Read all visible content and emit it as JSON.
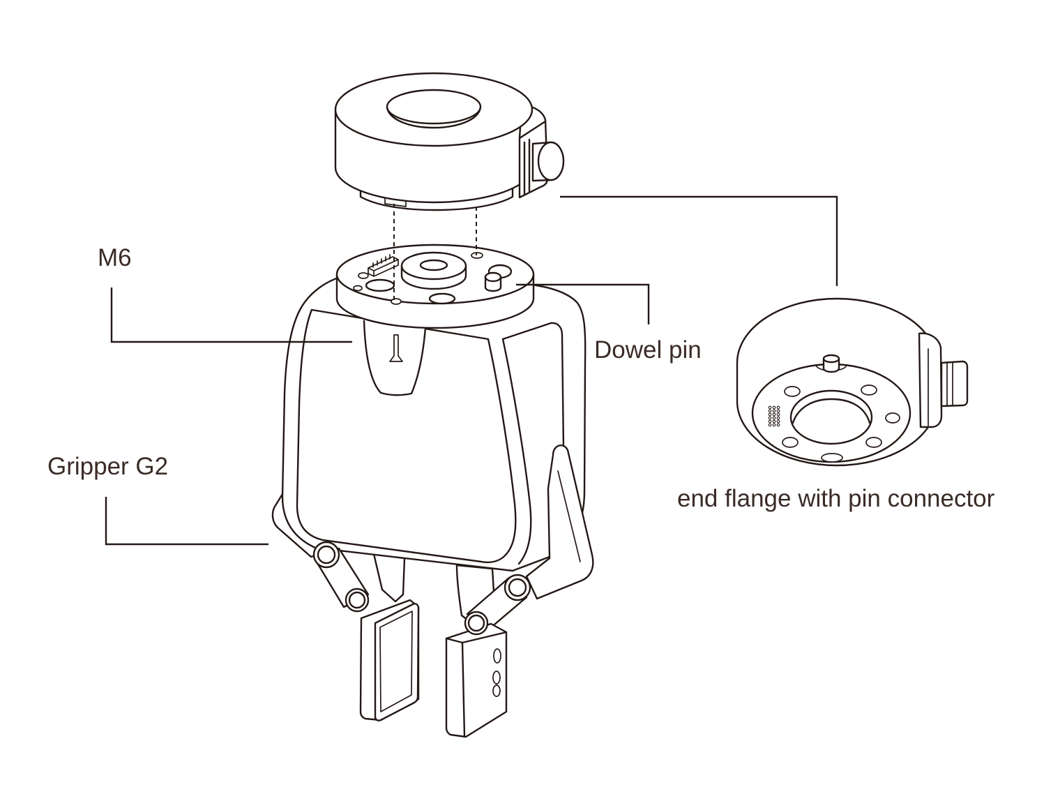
{
  "diagram": {
    "labels": {
      "m6": "M6",
      "dowel_pin": "Dowel pin",
      "gripper": "Gripper G2",
      "end_flange": "end flange with pin connector"
    },
    "colors": {
      "line": "#231815",
      "text": "#3a2b27",
      "background": "#ffffff"
    }
  }
}
